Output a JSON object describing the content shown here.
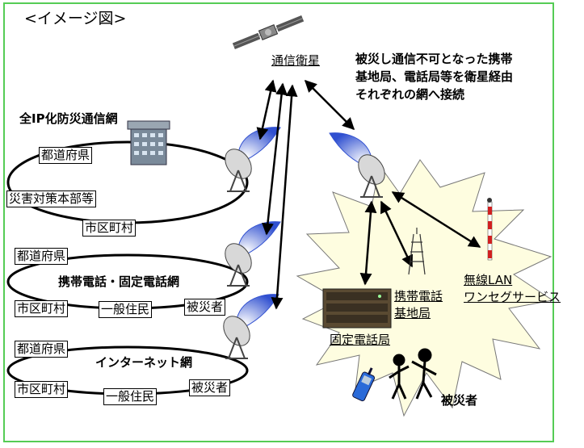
{
  "title": "<イメージ図>",
  "satellite_label": "通信衛星",
  "note_lines": [
    "被災し通信不可となった携帯",
    "基地局、電話局等を衛星経由",
    "それぞれの網へ接続"
  ],
  "networks": {
    "ip": {
      "title": "全IP化防災通信網",
      "nodes": [
        "都道府県",
        "災害対策本部等",
        "市区町村"
      ]
    },
    "phone": {
      "title": "携帯電話・固定電話網",
      "nodes": [
        "都道府県",
        "市区町村",
        "一般住民",
        "被災者"
      ]
    },
    "internet": {
      "title": "インターネット網",
      "nodes": [
        "都道府県",
        "市区町村",
        "一般住民",
        "被災者"
      ]
    }
  },
  "disaster": {
    "fixed_office": "固定電話局",
    "mobile_base": [
      "携帯電話",
      "基地局"
    ],
    "wireless": [
      "無線LAN",
      "ワンセグサービス"
    ],
    "victims": "被災者"
  },
  "colors": {
    "border": "#55cc55",
    "burst_fill": "#fefde0",
    "dish_blue": "#3060d8",
    "building": "#7a8a9a"
  }
}
